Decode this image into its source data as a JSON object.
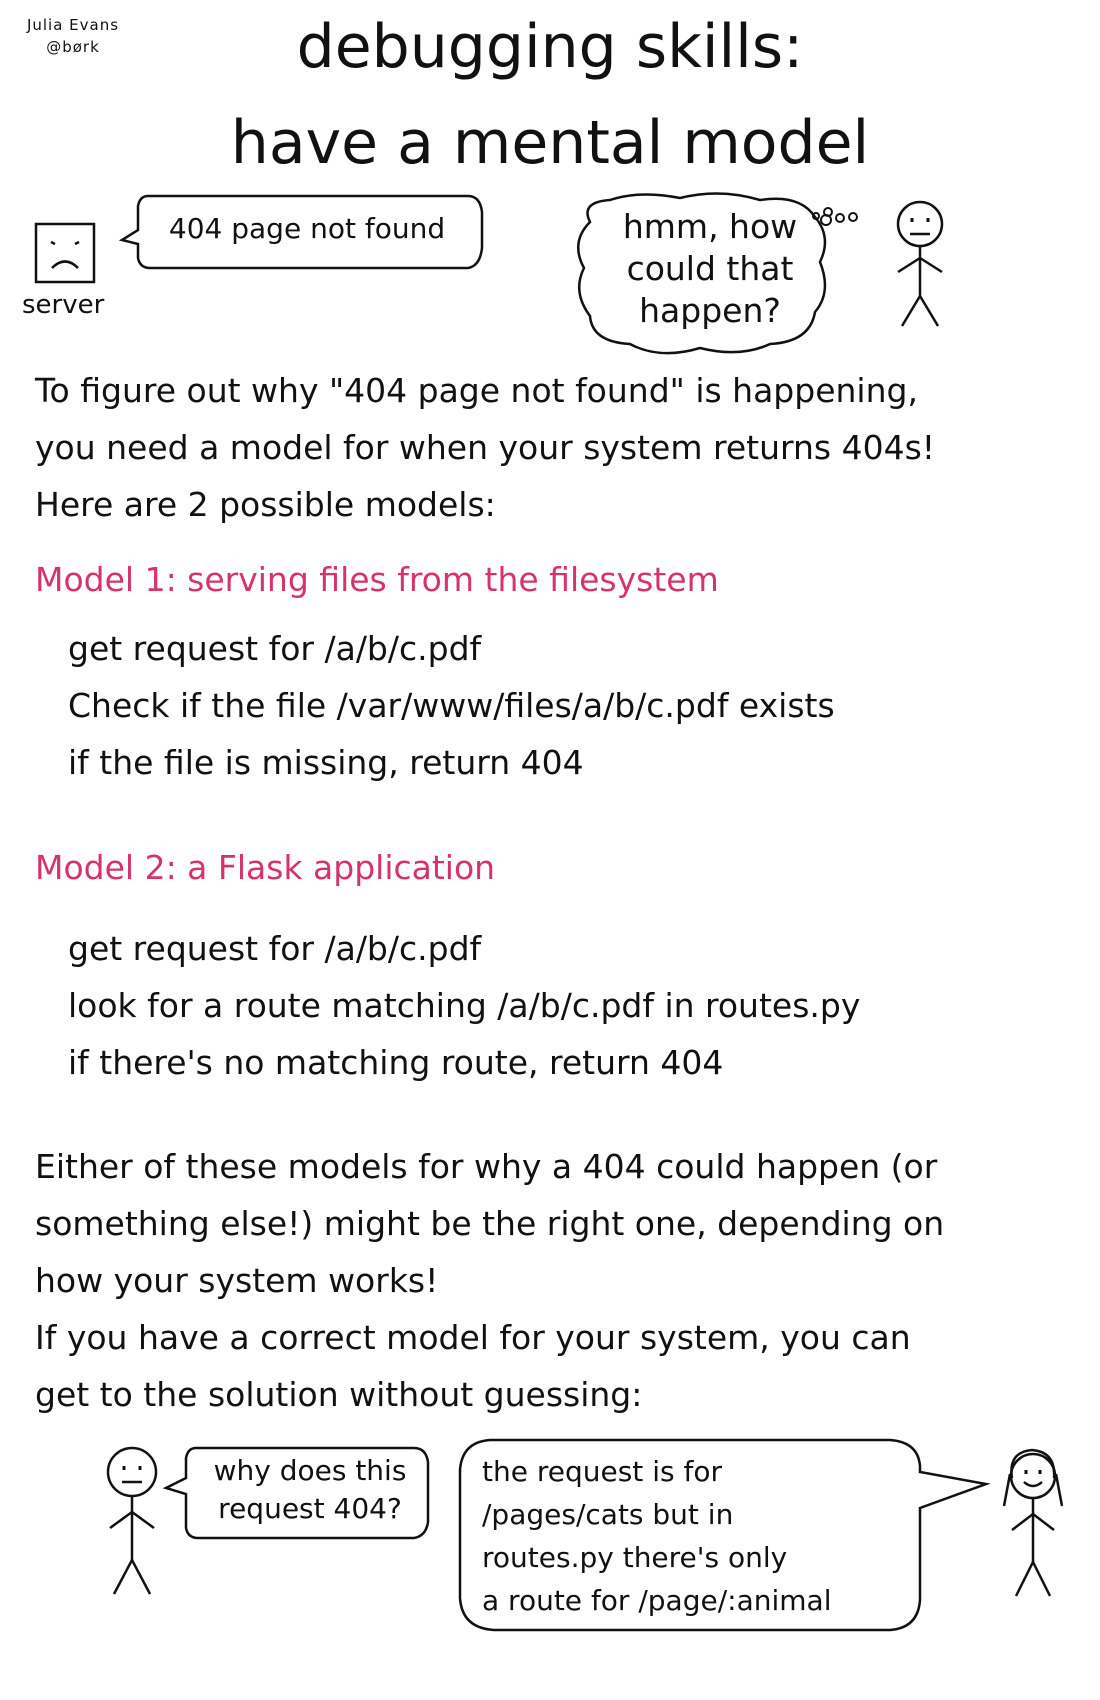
{
  "author": {
    "name": "Julia Evans",
    "handle": "@børk"
  },
  "title": {
    "line1": "debugging skills:",
    "line2": "have a mental model"
  },
  "server": {
    "label": "server",
    "speech": "404 page not found"
  },
  "thinker": {
    "thought_lines": [
      "hmm, how",
      "could that",
      "happen?"
    ]
  },
  "intro": {
    "lines": [
      "To figure out why \"404 page not found\" is happening,",
      "you need a model for when your system returns 404s!",
      "Here are 2 possible models:"
    ]
  },
  "models": [
    {
      "heading": "Model 1: serving files from the filesystem",
      "steps": [
        "get request for /a/b/c.pdf",
        "Check if the file /var/www/files/a/b/c.pdf exists",
        "if the file is missing, return 404"
      ]
    },
    {
      "heading": "Model 2: a Flask application",
      "steps": [
        "get request for /a/b/c.pdf",
        "look for a route matching /a/b/c.pdf in routes.py",
        "if there's no matching route, return 404"
      ]
    }
  ],
  "conclusion": {
    "lines": [
      "Either of these models for why a 404 could happen (or",
      "something else!) might be the right one, depending on",
      "how your system works!",
      "If you have a correct model for your system, you can",
      "get to the solution without guessing:"
    ]
  },
  "dialogue": {
    "question_lines": [
      "why does this",
      "request 404?"
    ],
    "answer_lines": [
      "the request is for",
      "/pages/cats  but in",
      "routes.py there's only",
      "a route for /page/:animal"
    ]
  },
  "colors": {
    "accent": "#d6336c",
    "ink": "#111111"
  }
}
